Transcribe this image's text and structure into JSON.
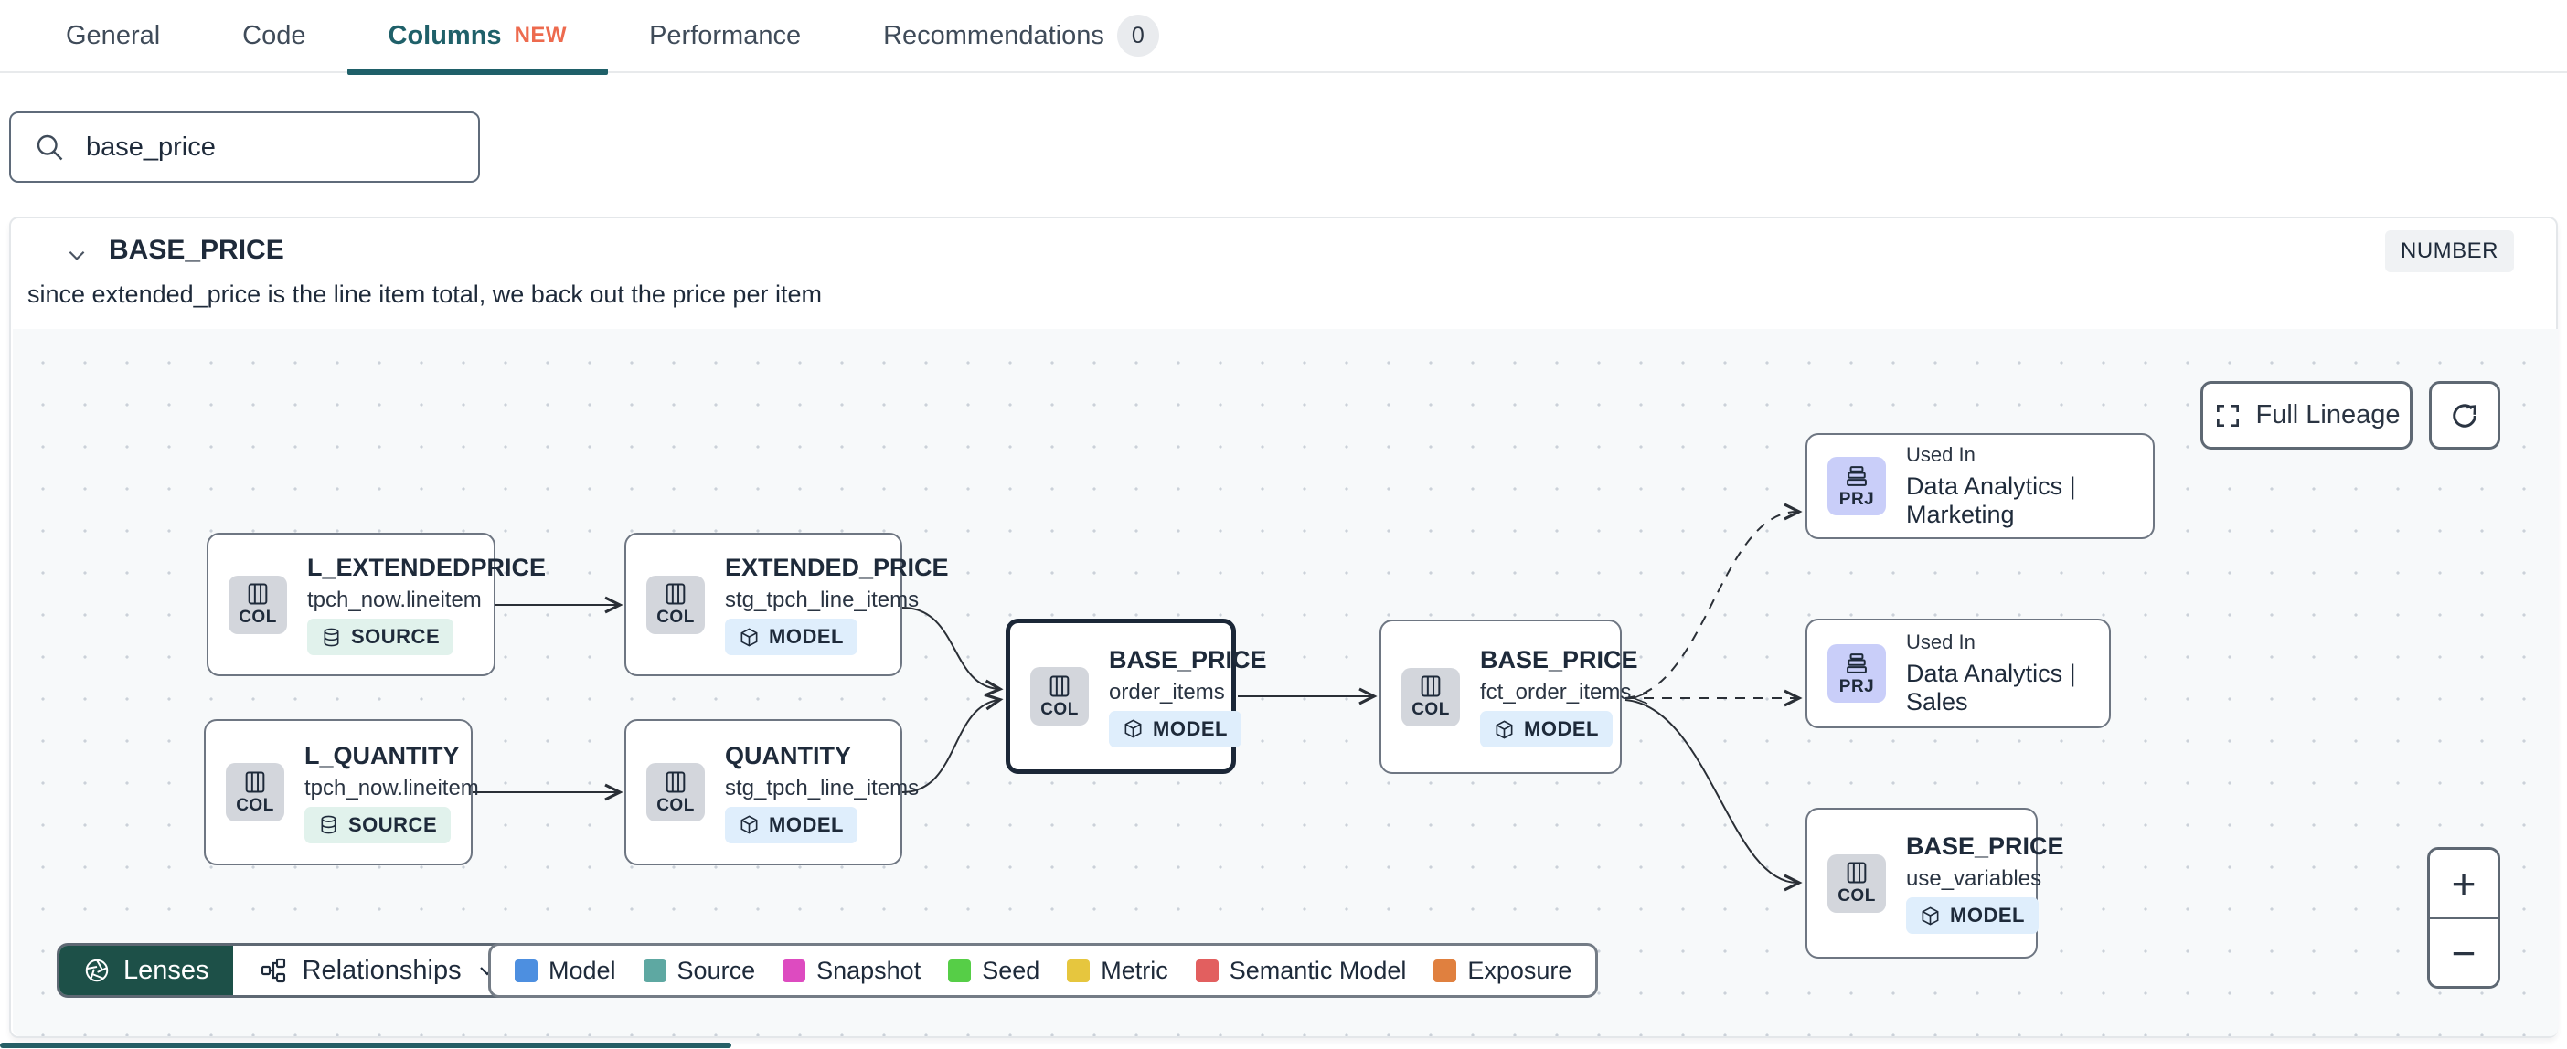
{
  "tabs": {
    "items": [
      {
        "label": "General"
      },
      {
        "label": "Code"
      },
      {
        "label": "Columns",
        "badge": "NEW"
      },
      {
        "label": "Performance"
      },
      {
        "label": "Recommendations",
        "count": "0"
      }
    ]
  },
  "search": {
    "value": "base_price"
  },
  "column": {
    "name": "BASE_PRICE",
    "type": "NUMBER",
    "description": "since extended_price is the line item total, we back out the price per item"
  },
  "lineage": {
    "controls": {
      "full_lineage": "Full Lineage",
      "zoom_in": "+",
      "zoom_out": "−"
    },
    "toolbar": {
      "lenses": "Lenses",
      "relationships": "Relationships"
    },
    "legend": {
      "items": [
        {
          "label": "Model",
          "color": "#4D8FE0"
        },
        {
          "label": "Source",
          "color": "#5EA8A2"
        },
        {
          "label": "Snapshot",
          "color": "#DD4BC0"
        },
        {
          "label": "Seed",
          "color": "#56CE47"
        },
        {
          "label": "Metric",
          "color": "#E6C63E"
        },
        {
          "label": "Semantic Model",
          "color": "#E25F5F"
        },
        {
          "label": "Exposure",
          "color": "#E0803F"
        }
      ]
    },
    "nodes": [
      {
        "chip": "COL",
        "title": "L_EXTENDEDPRICE",
        "subtitle": "tpch_now.lineitem",
        "badge": "SOURCE"
      },
      {
        "chip": "COL",
        "title": "EXTENDED_PRICE",
        "subtitle": "stg_tpch_line_items",
        "badge": "MODEL"
      },
      {
        "chip": "COL",
        "title": "L_QUANTITY",
        "subtitle": "tpch_now.lineitem",
        "badge": "SOURCE"
      },
      {
        "chip": "COL",
        "title": "QUANTITY",
        "subtitle": "stg_tpch_line_items",
        "badge": "MODEL"
      },
      {
        "chip": "COL",
        "title": "BASE_PRICE",
        "subtitle": "order_items",
        "badge": "MODEL"
      },
      {
        "chip": "COL",
        "title": "BASE_PRICE",
        "subtitle": "fct_order_items",
        "badge": "MODEL"
      },
      {
        "chip": "PRJ",
        "title": "Used In",
        "subtitle": "Data Analytics | Marketing"
      },
      {
        "chip": "PRJ",
        "title": "Used In",
        "subtitle": "Data Analytics | Sales"
      },
      {
        "chip": "COL",
        "title": "BASE_PRICE",
        "subtitle": "use_variables",
        "badge": "MODEL"
      }
    ]
  }
}
